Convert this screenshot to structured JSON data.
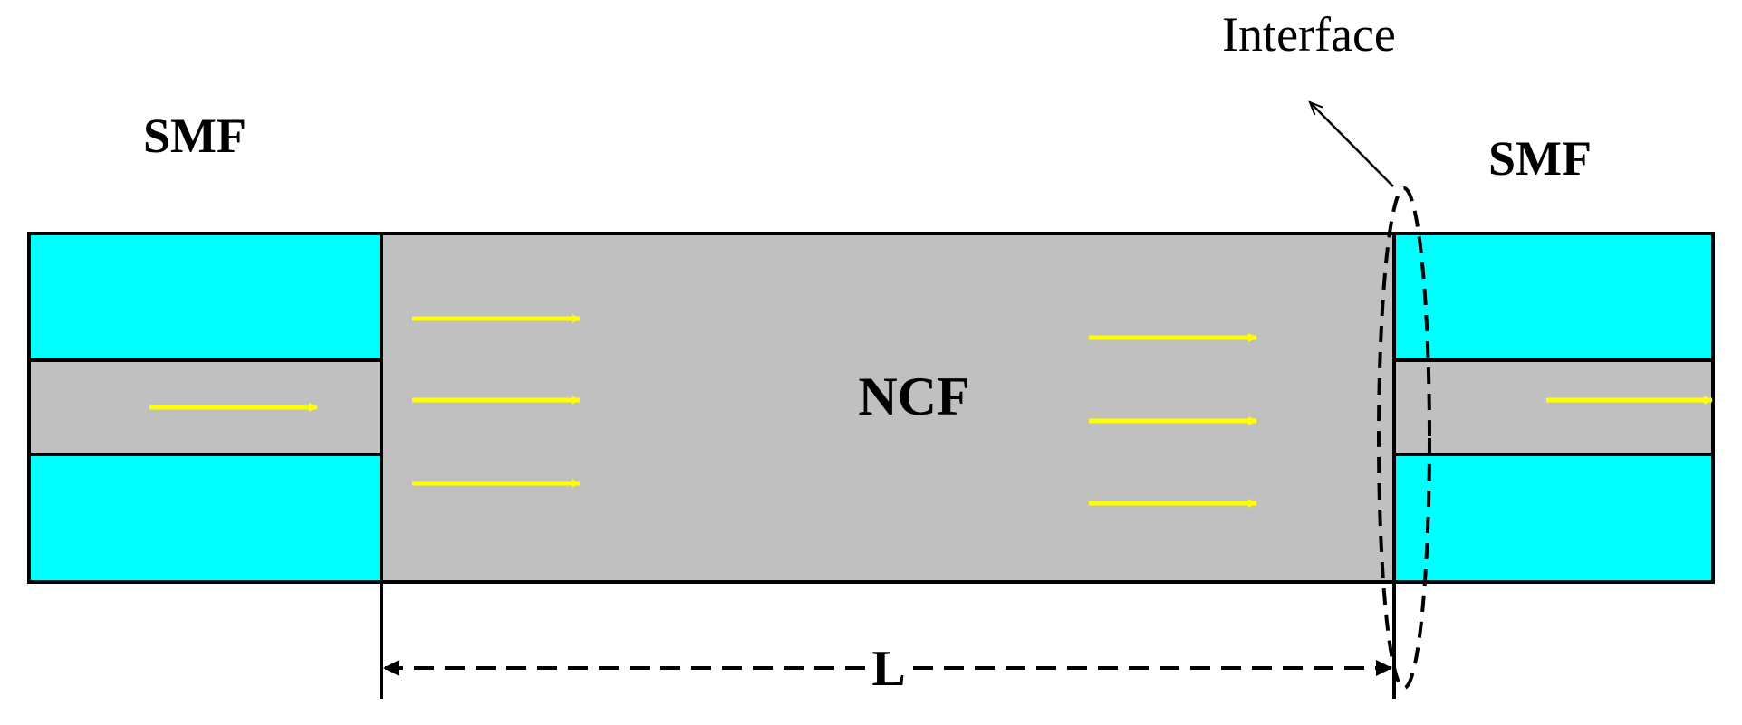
{
  "labels": {
    "smf_left": "SMF",
    "smf_right": "SMF",
    "ncf": "NCF",
    "interface": "Interface",
    "length": "L"
  },
  "colors": {
    "cladding": "#00ffff",
    "core": "#c0c0c0",
    "ncf_fill": "#c0c0c0",
    "light_arrow": "#ffff00",
    "outline": "#000000"
  }
}
